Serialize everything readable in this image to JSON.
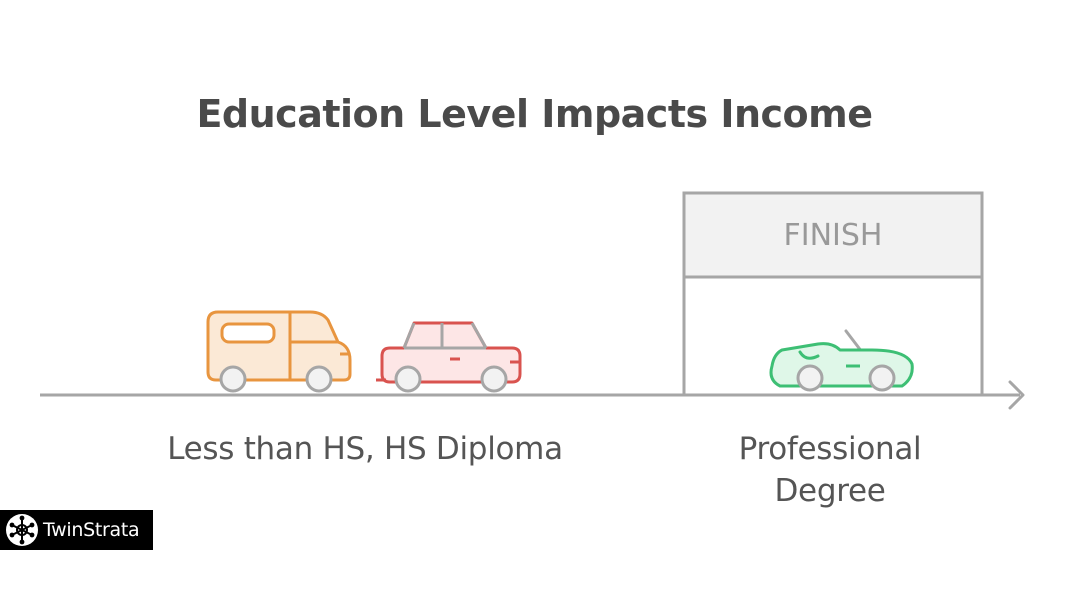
{
  "title": "Education Level Impacts Income",
  "finish_label": "FINISH",
  "categories": [
    {
      "label": "Less than HS, HS Diploma",
      "vehicles": [
        "van-icon",
        "sedan-icon"
      ]
    },
    {
      "label_line1": "Professional",
      "label_line2": "Degree",
      "vehicles": [
        "convertible-icon"
      ]
    }
  ],
  "brand": {
    "name": "TwinStrata",
    "icon": "network-logo-icon"
  },
  "colors": {
    "van": "#e8953f",
    "van_fill": "#fbe9d6",
    "sedan": "#d9534f",
    "sedan_fill": "#fde6e6",
    "convertible": "#3dbf74",
    "convertible_fill": "#dff7e8",
    "track": "#a6a6a6",
    "finish_fill": "#f2f2f2"
  }
}
